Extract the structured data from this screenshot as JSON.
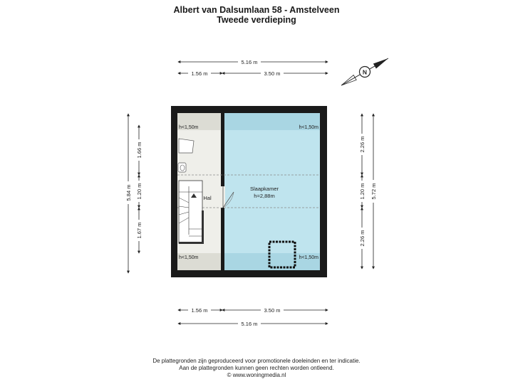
{
  "header": {
    "title": "Albert van Dalsumlaan 58 - Amstelveen",
    "subtitle": "Tweede verdieping"
  },
  "dimensions": {
    "top_total": "5.16 m",
    "top_left": "1.56 m",
    "top_right": "3.50 m",
    "bottom_left": "1.56 m",
    "bottom_right": "3.50 m",
    "bottom_total": "5.16 m",
    "left_total": "5.84 m",
    "left_top": "1.66 m",
    "left_mid": "1.20 m",
    "left_bottom": "1.67 m",
    "right_top": "2.26 m",
    "right_mid": "1.20 m",
    "right_bottom": "2.26 m",
    "right_total": "5.72 m"
  },
  "rooms": {
    "hal": "Hal",
    "slaapkamer": "Slaapkamer",
    "slaapkamer_height": "h=2,88m"
  },
  "height_labels": {
    "hall_top": "h<1,50m",
    "hall_bottom": "h<1,50m",
    "bed_top": "h<1,50m",
    "bed_bottom": "h<1,50m"
  },
  "compass": {
    "letter": "N"
  },
  "colors": {
    "bedroom": "#bfe4ee",
    "bedroom_low": "#a9d6e3",
    "hall": "#efefea",
    "hall_low": "#dcdcd4",
    "wall": "#1a1a1a"
  },
  "footer": {
    "line1": "De plattegronden zijn geproduceerd voor promotionele doeleinden en ter indicatie.",
    "line2": "Aan de plattegronden kunnen geen rechten worden ontleend.",
    "line3": "© www.woningmedia.nl"
  }
}
